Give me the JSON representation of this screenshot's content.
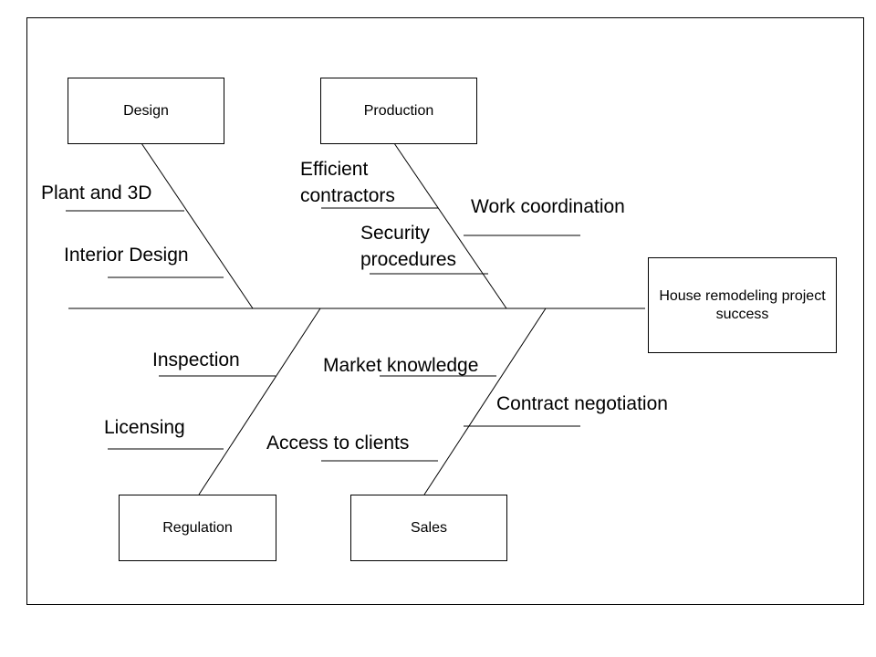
{
  "effect": "House remodeling project success",
  "categories": {
    "design": "Design",
    "production": "Production",
    "regulation": "Regulation",
    "sales": "Sales"
  },
  "causes": {
    "design": [
      "Plant and 3D",
      "Interior Design"
    ],
    "production": [
      "Efficient\ncontractors",
      "Work coordination",
      "Security\nprocedures"
    ],
    "regulation": [
      "Inspection",
      "Licensing"
    ],
    "sales": [
      "Market knowledge",
      "Contract negotiation",
      "Access to clients"
    ]
  }
}
